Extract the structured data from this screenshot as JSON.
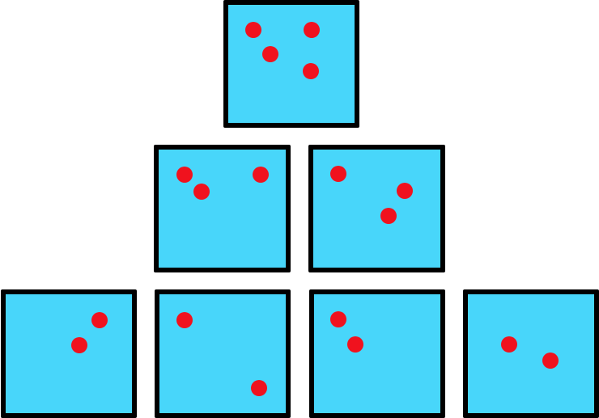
{
  "colors": {
    "box_fill": "#48D6FA",
    "box_border": "#000000",
    "dot": "#F0121E"
  },
  "rows": [
    {
      "boxes": [
        {
          "dots": 4
        }
      ]
    },
    {
      "boxes": [
        {
          "dots": 3
        },
        {
          "dots": 3
        }
      ]
    },
    {
      "boxes": [
        {
          "dots": 2
        },
        {
          "dots": 2
        },
        {
          "dots": 2
        },
        {
          "dots": 2
        }
      ]
    }
  ]
}
